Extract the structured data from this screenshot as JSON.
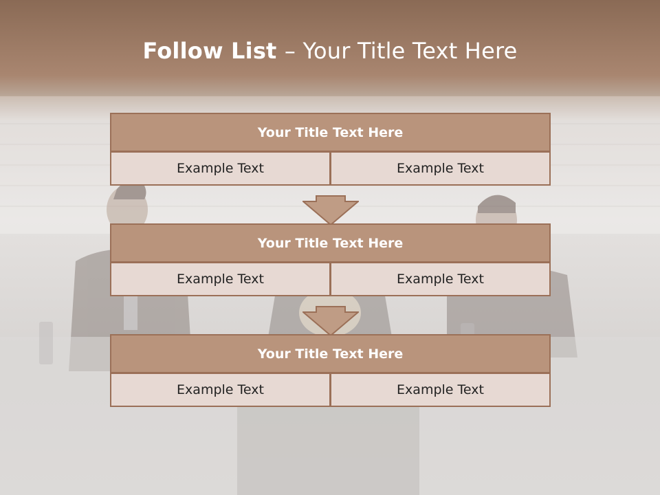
{
  "slide": {
    "title_bold": "Follow List ",
    "title_sep": " – ",
    "title_rest": "Your Title Text Here"
  },
  "flow": [
    {
      "title": "Your Title Text Here",
      "cells": [
        "Example Text",
        "Example Text"
      ]
    },
    {
      "title": "Your Title Text Here",
      "cells": [
        "Example Text",
        "Example Text"
      ]
    },
    {
      "title": "Your Title Text Here",
      "cells": [
        "Example Text",
        "Example Text"
      ]
    }
  ],
  "colors": {
    "header_fill": "#b9947c",
    "cell_fill": "#e7d9d3",
    "border": "#9b7058",
    "arrow_fill": "#bf9c85"
  }
}
